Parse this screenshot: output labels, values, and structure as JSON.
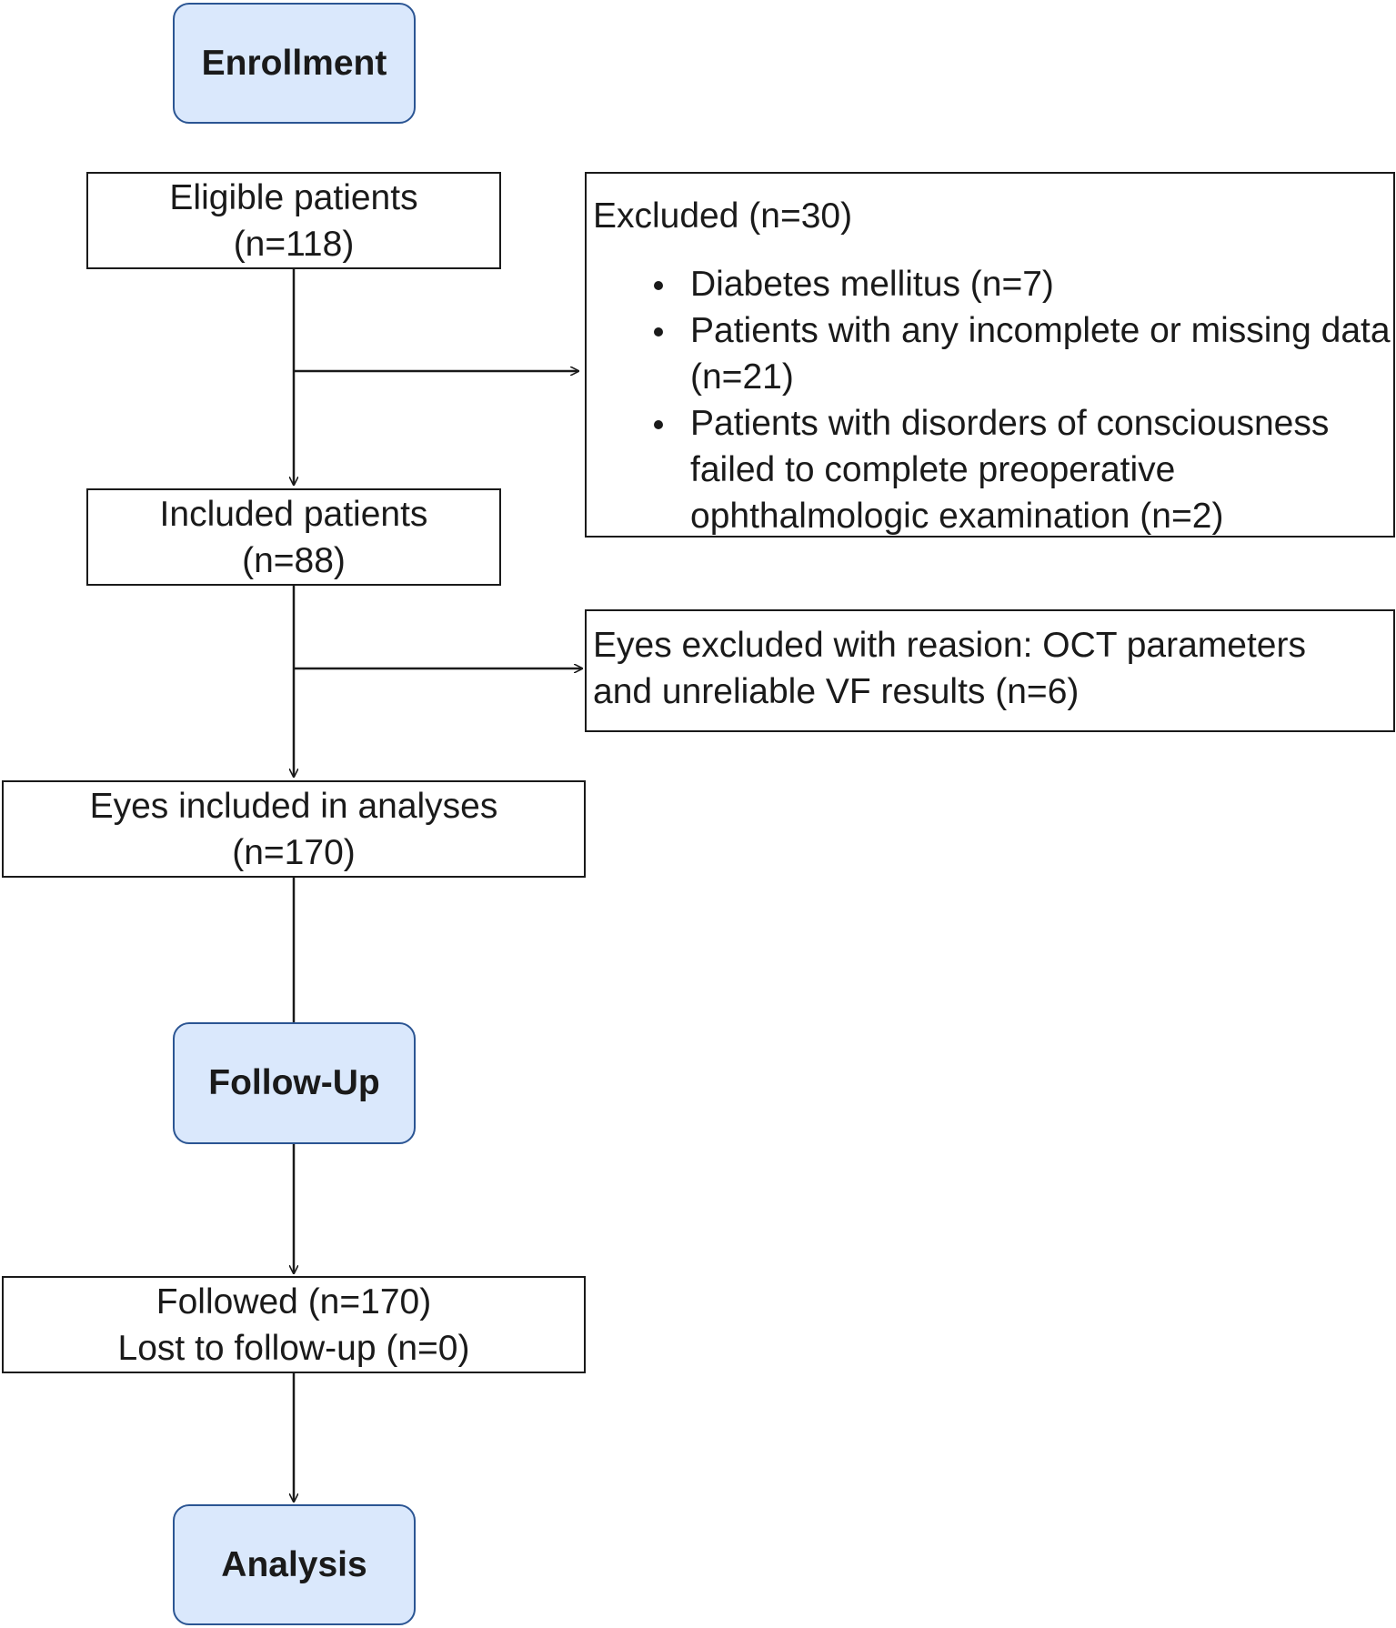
{
  "stages": {
    "enrollment": "Enrollment",
    "follow_up": "Follow-Up",
    "analysis": "Analysis"
  },
  "nodes": {
    "eligible": {
      "line1": "Eligible patients",
      "line2": "(n=118)"
    },
    "included": {
      "line1": "Included patients",
      "line2": "(n=88)"
    },
    "eyes_included": {
      "line1": "Eyes included in analyses",
      "line2": "(n=170)"
    },
    "followed": {
      "line1": "Followed (n=170)",
      "line2": "Lost to follow-up (n=0)"
    }
  },
  "excluded": {
    "heading": "Excluded (n=30)",
    "items": [
      "Diabetes mellitus (n=7)",
      "Patients with any incomplete or missing data (n=21)",
      "Patients with disorders of consciousness failed to complete preoperative ophthalmologic examination (n=2)"
    ]
  },
  "eyes_excluded": {
    "line1": "Eyes excluded with reasion: OCT parameters",
    "line2": "and unreliable VF results (n=6)"
  },
  "colors": {
    "stage_fill": "#dae8fc",
    "stage_border": "#2b5593",
    "line": "#1a1a1a"
  }
}
